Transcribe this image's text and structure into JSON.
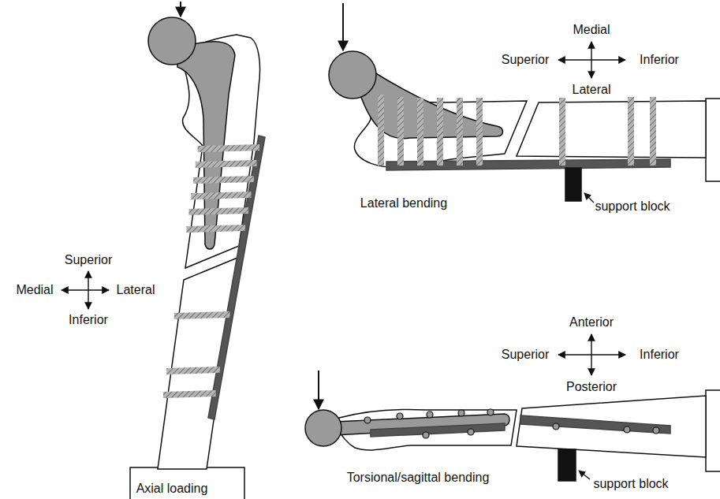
{
  "diagram": {
    "labels": [
      "Superior",
      "Medial",
      "Lateral",
      "Inferior",
      "Medial",
      "Superior",
      "Inferior",
      "Lateral",
      "Lateral bending",
      "support block",
      "Axial loading",
      "Anterior",
      "Superior",
      "Inferior",
      "Posterior",
      "Torsional/sagittal bending",
      "support block"
    ]
  }
}
